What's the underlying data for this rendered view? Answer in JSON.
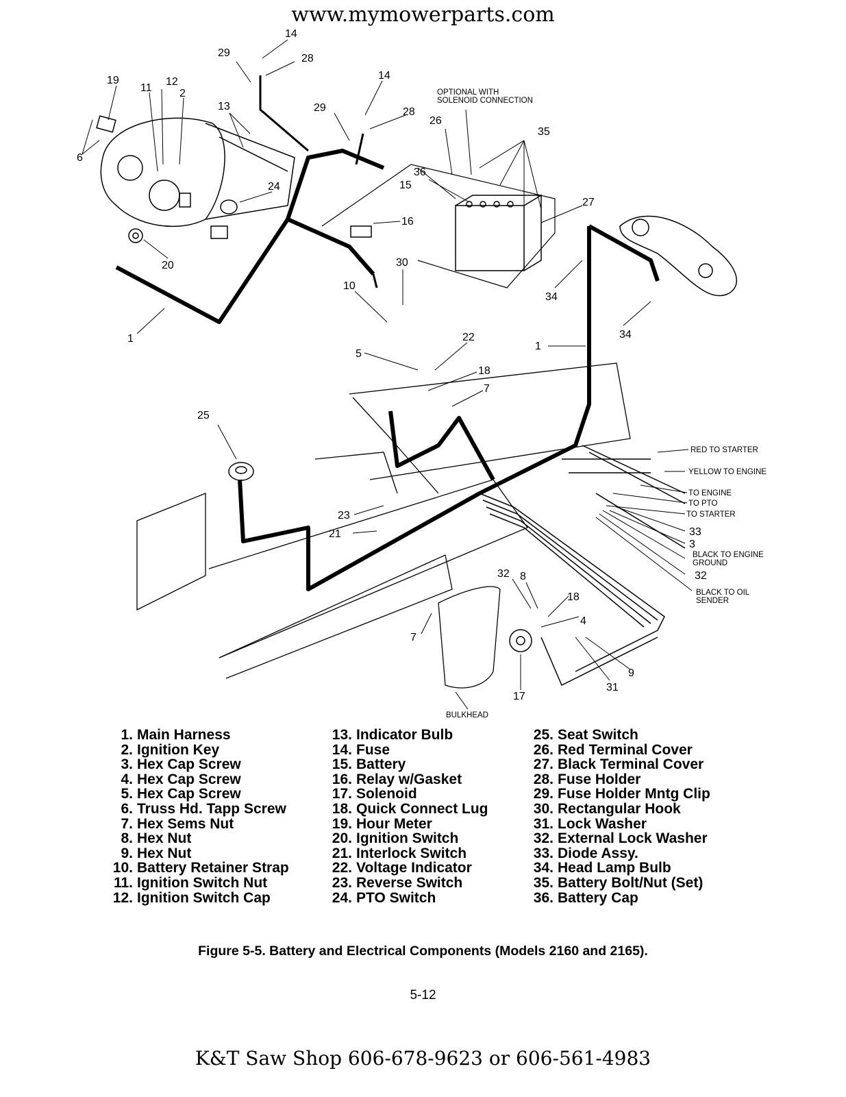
{
  "header": {
    "url": "www.mymowerparts.com"
  },
  "callouts": {
    "c1a": "1",
    "c1b": "1",
    "c2": "2",
    "c3": "3",
    "c4": "4",
    "c5": "5",
    "c6": "6",
    "c7a": "7",
    "c7b": "7",
    "c8": "8",
    "c9": "9",
    "c10": "10",
    "c11": "11",
    "c12": "12",
    "c13": "13",
    "c14a": "14",
    "c14b": "14",
    "c15": "15",
    "c16": "16",
    "c17": "17",
    "c18a": "18",
    "c18b": "18",
    "c19": "19",
    "c20": "20",
    "c21": "21",
    "c22": "22",
    "c23": "23",
    "c24": "24",
    "c25": "25",
    "c26": "26",
    "c27": "27",
    "c28a": "28",
    "c28b": "28",
    "c29a": "29",
    "c29b": "29",
    "c30": "30",
    "c31": "31",
    "c32a": "32",
    "c32b": "32",
    "c33": "33",
    "c34a": "34",
    "c34b": "34",
    "c35": "35",
    "c36": "36"
  },
  "annotations": {
    "optional_line1": "OPTIONAL WITH",
    "optional_line2": "SOLENOID CONNECTION",
    "red_to_starter": "RED TO STARTER",
    "yellow_to_engine": "YELLOW TO ENGINE",
    "to_engine": "TO ENGINE",
    "to_pto": "TO PTO",
    "to_starter": "TO STARTER",
    "black_to_engine_ground_1": "BLACK TO ENGINE",
    "black_to_engine_ground_2": "GROUND",
    "black_to_oil_sender_1": "BLACK TO OIL",
    "black_to_oil_sender_2": "SENDER",
    "bulkhead": "BULKHEAD"
  },
  "legend": {
    "col1": [
      {
        "num": "1.",
        "name": "Main Harness"
      },
      {
        "num": "2.",
        "name": "Ignition Key"
      },
      {
        "num": "3.",
        "name": "Hex Cap Screw"
      },
      {
        "num": "4.",
        "name": "Hex Cap Screw"
      },
      {
        "num": "5.",
        "name": "Hex Cap Screw"
      },
      {
        "num": "6.",
        "name": "Truss Hd. Tapp Screw"
      },
      {
        "num": "7.",
        "name": "Hex Sems Nut"
      },
      {
        "num": "8.",
        "name": "Hex Nut"
      },
      {
        "num": "9.",
        "name": "Hex Nut"
      },
      {
        "num": "10.",
        "name": "Battery Retainer Strap"
      },
      {
        "num": "11.",
        "name": "Ignition Switch Nut"
      },
      {
        "num": "12.",
        "name": "Ignition Switch Cap"
      }
    ],
    "col2": [
      {
        "num": "13.",
        "name": "Indicator Bulb"
      },
      {
        "num": "14.",
        "name": "Fuse"
      },
      {
        "num": "15.",
        "name": "Battery"
      },
      {
        "num": "16.",
        "name": "Relay w/Gasket"
      },
      {
        "num": "17.",
        "name": "Solenoid"
      },
      {
        "num": "18.",
        "name": "Quick Connect Lug"
      },
      {
        "num": "19.",
        "name": "Hour Meter"
      },
      {
        "num": "20.",
        "name": "Ignition Switch"
      },
      {
        "num": "21.",
        "name": "Interlock Switch"
      },
      {
        "num": "22.",
        "name": "Voltage Indicator"
      },
      {
        "num": "23.",
        "name": "Reverse Switch"
      },
      {
        "num": "24.",
        "name": "PTO Switch"
      }
    ],
    "col3": [
      {
        "num": "25.",
        "name": "Seat Switch"
      },
      {
        "num": "26.",
        "name": "Red Terminal Cover"
      },
      {
        "num": "27.",
        "name": "Black Terminal Cover"
      },
      {
        "num": "28.",
        "name": "Fuse Holder"
      },
      {
        "num": "29.",
        "name": "Fuse Holder Mntg Clip"
      },
      {
        "num": "30.",
        "name": "Rectangular Hook"
      },
      {
        "num": "31.",
        "name": "Lock Washer"
      },
      {
        "num": "32.",
        "name": "External Lock Washer"
      },
      {
        "num": "33.",
        "name": "Diode Assy."
      },
      {
        "num": "34.",
        "name": "Head Lamp Bulb"
      },
      {
        "num": "35.",
        "name": "Battery Bolt/Nut (Set)"
      },
      {
        "num": "36.",
        "name": "Battery Cap"
      }
    ]
  },
  "caption": "Figure 5-5. Battery and Electrical Components (Models 2160 and 2165).",
  "page_number": "5-12",
  "footer": "K&T Saw Shop 606-678-9623 or 606-561-4983"
}
